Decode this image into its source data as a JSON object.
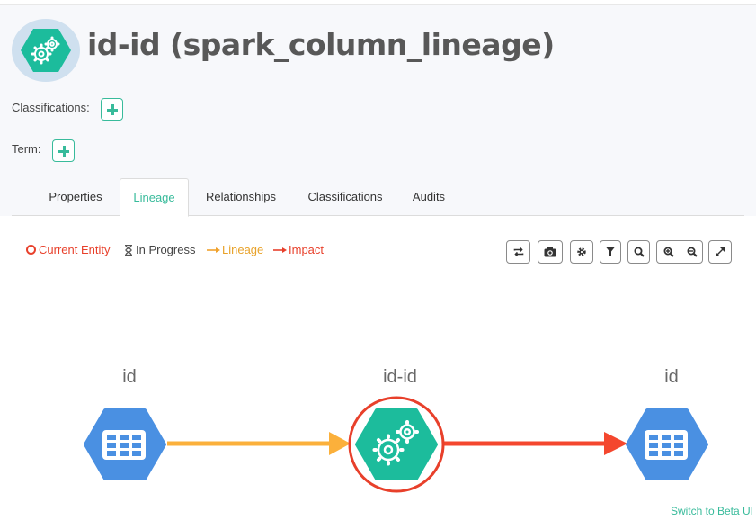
{
  "entity": {
    "title": "id-id (spark_column_lineage)",
    "icon": "gears-hexagon-icon"
  },
  "meta": {
    "classifications_label": "Classifications:",
    "term_label": "Term:"
  },
  "tabs": [
    {
      "label": "Properties",
      "active": false
    },
    {
      "label": "Lineage",
      "active": true
    },
    {
      "label": "Relationships",
      "active": false
    },
    {
      "label": "Classifications",
      "active": false
    },
    {
      "label": "Audits",
      "active": false
    }
  ],
  "legend": {
    "current_entity": "Current Entity",
    "in_progress": "In Progress",
    "lineage": "Lineage",
    "impact": "Impact"
  },
  "toolbar": [
    "refresh-icon",
    "camera-icon",
    "settings-icon",
    "filter-icon",
    "search-icon",
    "zoom-in-icon",
    "zoom-out-icon",
    "fullscreen-icon"
  ],
  "graph": {
    "nodes": [
      {
        "label": "id",
        "type": "table",
        "icon": "table-hexagon-icon"
      },
      {
        "label": "id-id",
        "type": "process",
        "icon": "gears-hexagon-icon",
        "current": true
      },
      {
        "label": "id",
        "type": "table",
        "icon": "table-hexagon-icon"
      }
    ],
    "edges": [
      {
        "from": 0,
        "to": 1,
        "kind": "lineage"
      },
      {
        "from": 1,
        "to": 2,
        "kind": "impact"
      }
    ]
  },
  "colors": {
    "accent": "#38bb9b",
    "lineage": "#fbb03b",
    "impact": "#f4472e",
    "current_ring": "#e8402b",
    "table_node": "#4a90e2",
    "process_node": "#1cbc9c"
  },
  "footer": {
    "beta_link": "Switch to Beta UI"
  }
}
